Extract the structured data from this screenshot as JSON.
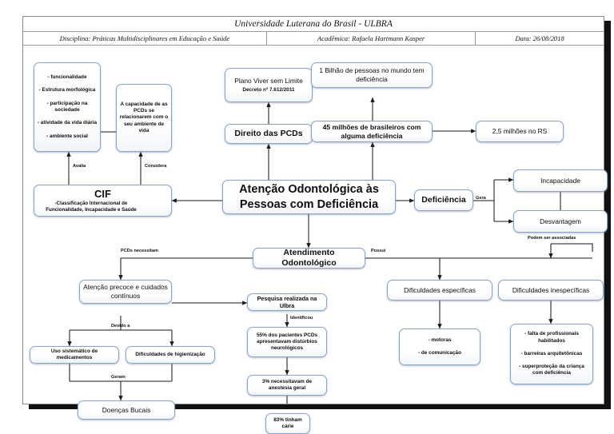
{
  "header": {
    "title": "Universidade Luterana do Brasil - ULBRA",
    "discipline": "Disciplina: Práticas Multidisciplinares em Educação e Saúde",
    "student": "Acadêmica: Rafaela Hartmann Kasper",
    "date": "Data: 26/08/2018"
  },
  "nodes": {
    "cif_attributes": "- funcionalidade\n\n- Estrutura morfológica\n\n- participação na sociedade\n\n- atividade da vida diária\n\n- ambiente social",
    "capacidade_pcds": "A capacidade de as PCDs se relacionarem com o seu ambiente de vida",
    "cif_label": "CIF",
    "cif_expansion": "-Classificação Internacional de Funcionalidade, Incapacidade e Saúde",
    "plano_viver": "Plano Viver sem Limite",
    "plano_viver_decreto": "Decreto nº 7.612/2011",
    "direito_pcds": "Direito das PCDs",
    "um_bilhao": "1 Bilhão de pessoas no mundo tem deficiência",
    "quarenta_cinco_milhoes": "45 milhões de brasileiros com alguma deficiência",
    "dois_cinco_milhoes": "2,5 milhões no RS",
    "central": "Atenção Odontológica às Pessoas com Deficiência",
    "deficiencia": "Deficiência",
    "incapacidade": "Incapacidade",
    "desvantagem": "Desvantagem",
    "atendimento": "Atendimento Odontológico",
    "atencao_precoce": "Atenção precoce e cuidados contínuos",
    "uso_medicamentos": "Uso sistemático de medicamentos",
    "dificuldades_higienizacao": "Dificuldades de higienização",
    "doencas_bucais": "Doenças Bucais",
    "pesquisa_ulbra": "Pesquisa realizada na Ulbra",
    "pesquisa_55": "55% dos pacientes PCDs apresentavam distúrbios neurológicos",
    "pesquisa_3": "3% necessitavam de anestesia geral",
    "pesquisa_83": "83% tinham cárie",
    "dificuldades_especificas": "Dificuldades específicas",
    "dificuldades_especificas_list": "- motoras\n\n- de comunicação",
    "dificuldades_inespecificas": "Dificuldades inespecíficas",
    "dificuldades_inespecificas_list": "- falta de profissionais habilitados\n\n- barreiras arquitetônicas\n\n- superproteção da criança com deficiência"
  },
  "edge_labels": {
    "avalia": "Avalia",
    "considera": "Considera",
    "gera": "Gera",
    "pcds_necessitam": "PCDs necessitam",
    "possui": "Possui",
    "podem_ser_associadas": "Podem ser associadas",
    "devido_a": "Devido a",
    "geram": "Geram",
    "identificou": "Identificou"
  },
  "colors": {
    "node_border": "#8aa4c8",
    "node_fill": "#ffffff",
    "wire": "#1a1a1a",
    "frame": "#111111"
  }
}
